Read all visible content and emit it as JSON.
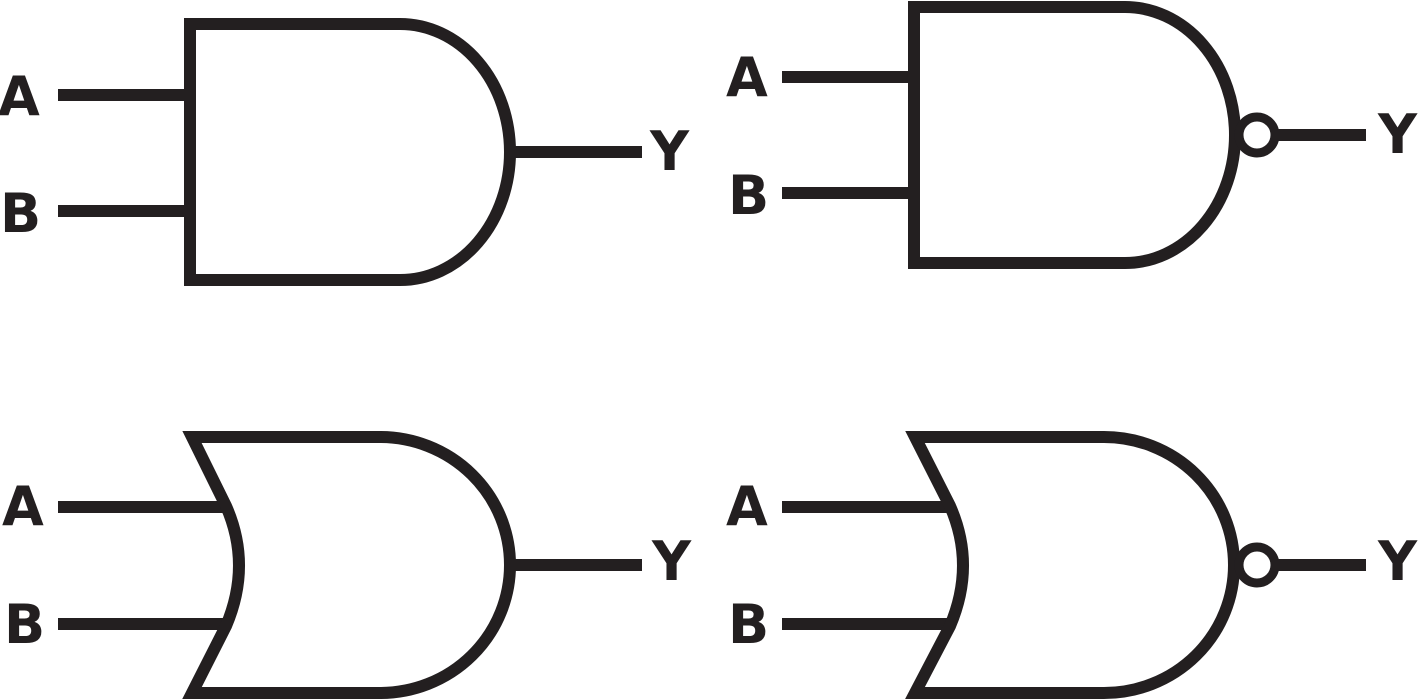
{
  "colors": {
    "ink": "#231f20",
    "background": "#ffffff"
  },
  "gates": [
    {
      "shape": "and",
      "inputs": [
        "A",
        "B"
      ],
      "output": "Y",
      "inverted": false
    },
    {
      "shape": "and",
      "inputs": [
        "A",
        "B"
      ],
      "output": "Y",
      "inverted": true
    },
    {
      "shape": "or",
      "inputs": [
        "A",
        "B"
      ],
      "output": "Y",
      "inverted": false
    },
    {
      "shape": "or",
      "inputs": [
        "A",
        "B"
      ],
      "output": "Y",
      "inverted": true
    }
  ]
}
